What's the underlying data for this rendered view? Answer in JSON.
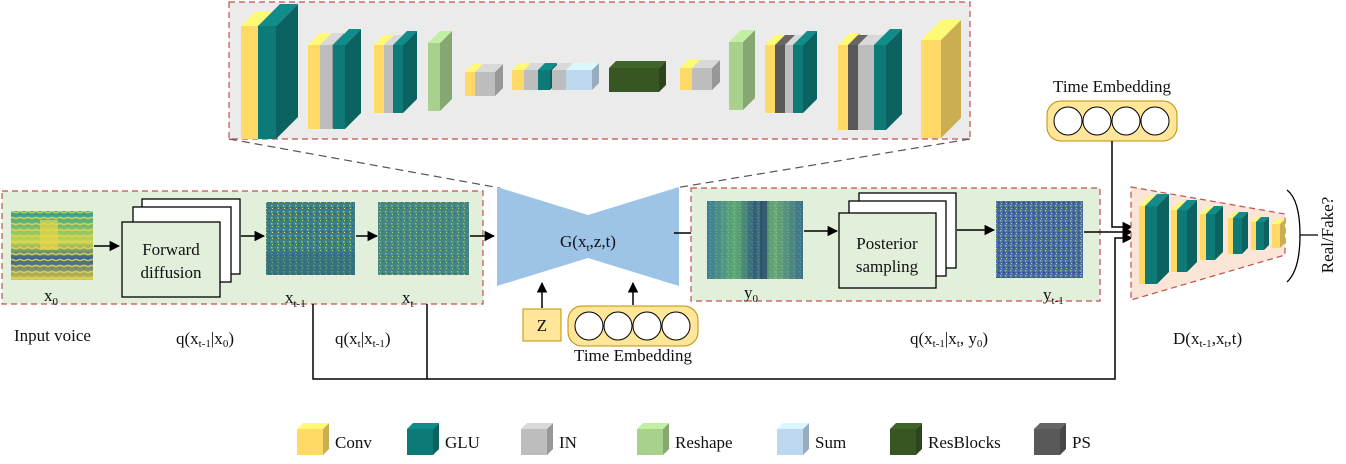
{
  "colors": {
    "conv": "#FFD966",
    "glu": "#0E7A78",
    "in": "#BDBDBD",
    "reshape": "#A9D18E",
    "sum": "#BDD7EE",
    "resblocks": "#375623",
    "ps": "#595959",
    "panel_green": "#E2EFDA",
    "panel_gray": "#EBEBEB",
    "panel_pink": "#FBE5D6",
    "generator_blue": "#9DC3E6",
    "embed_yellow": "#FFE699",
    "dash_red": "#C0504D"
  },
  "labels": {
    "input_voice": "Input voice",
    "x0": "x",
    "x0_sub": "0",
    "forward_line1": "Forward",
    "forward_line2": "diffusion",
    "xt1": "x",
    "xt1_sub": "t-1",
    "xt": "x",
    "xt_sub": "t",
    "q1_pre": "q(x",
    "q1_sub1": "t-1",
    "q1_mid": "|x",
    "q1_sub2": "0",
    "q1_end": ")",
    "q2_pre": "q(x",
    "q2_sub1": "t",
    "q2_mid": "|x",
    "q2_sub2": "t-1",
    "q2_end": ")",
    "gen_pre": "G(x",
    "gen_sub": "t",
    "gen_end": ",z,t)",
    "z": "Z",
    "time_embedding": "Time Embedding",
    "y0": "y",
    "y0_sub": "0",
    "posterior_line1": "Posterior",
    "posterior_line2": "sampling",
    "yt1": "y",
    "yt1_sub": "t-1",
    "q3_pre": "q(x",
    "q3_sub1": "t-1",
    "q3_mid": "|x",
    "q3_sub2": "t",
    "q3_mid2": ", y",
    "q3_sub3": "0",
    "q3_end": ")",
    "time_embedding_top": "Time Embedding",
    "d_pre": "D(x",
    "d_sub1": "t-1",
    "d_mid": ",x",
    "d_sub2": "t",
    "d_end": ",t)",
    "real_fake": "Real/Fake?"
  },
  "legend": [
    {
      "key": "conv",
      "label": "Conv"
    },
    {
      "key": "glu",
      "label": "GLU"
    },
    {
      "key": "in",
      "label": "IN"
    },
    {
      "key": "reshape",
      "label": "Reshape"
    },
    {
      "key": "sum",
      "label": "Sum"
    },
    {
      "key": "resblocks",
      "label": "ResBlocks"
    },
    {
      "key": "ps",
      "label": "PS"
    }
  ]
}
